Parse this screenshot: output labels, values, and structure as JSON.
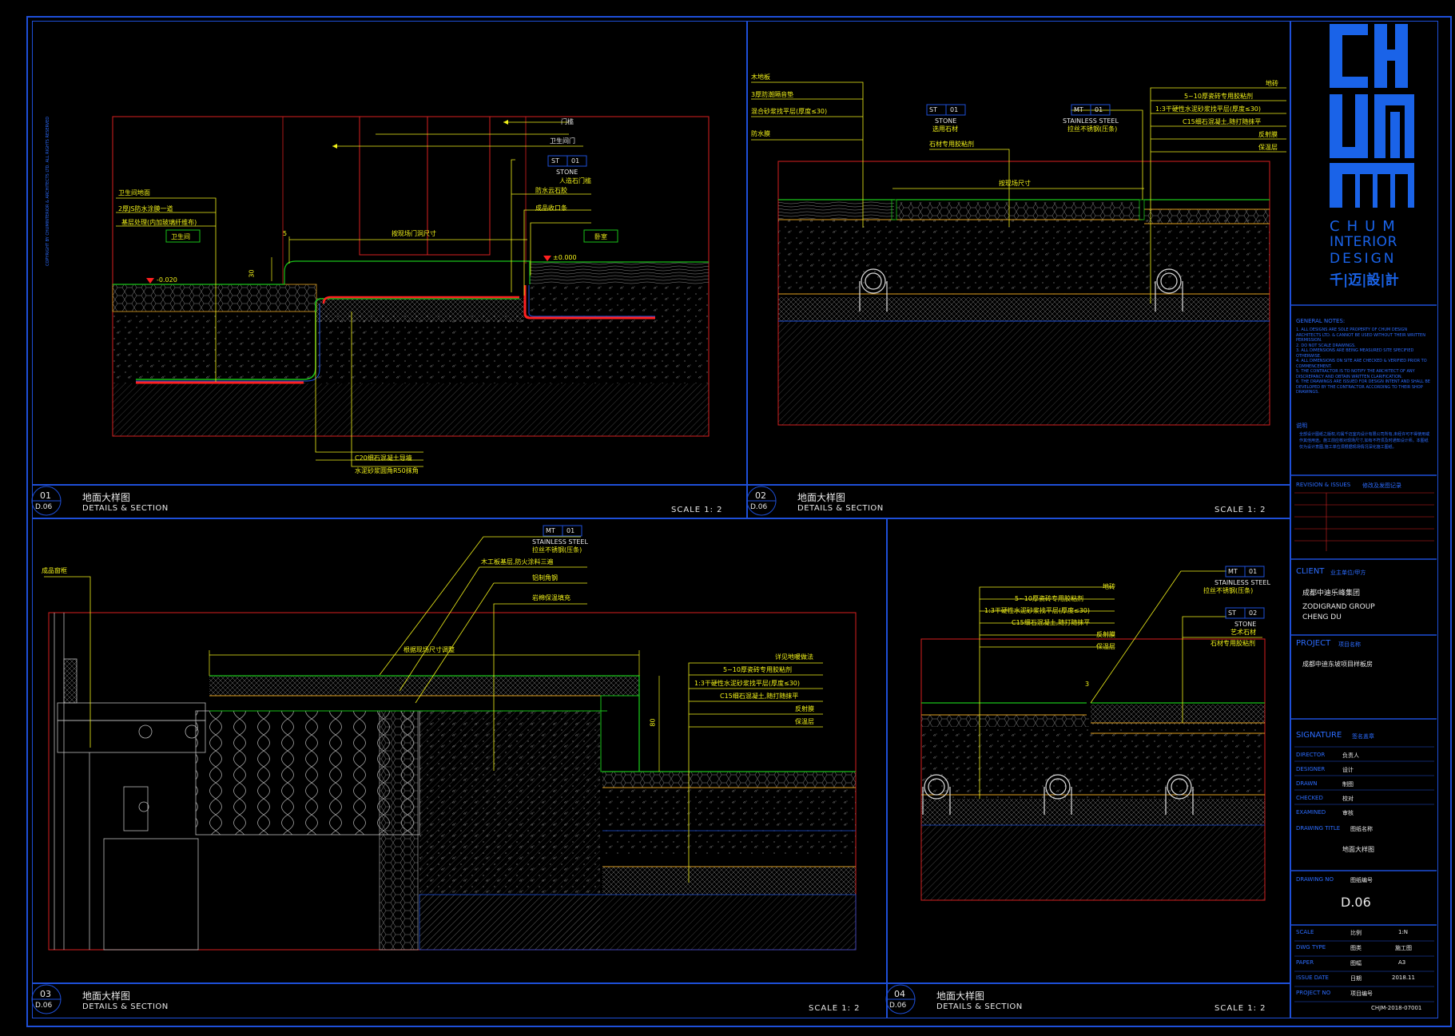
{
  "copyright_vertical": "COPYRIGHT BY CHUMINTERIOR & ARCHITECTS LTD. ALL RIGHTS RESERVED",
  "panels": [
    {
      "num": "01",
      "sheet": "D.06",
      "title_cn": "地面大样图",
      "title_en": "DETAILS & SECTION",
      "scale": "SCALE 1:  2"
    },
    {
      "num": "02",
      "sheet": "D.06",
      "title_cn": "地面大样图",
      "title_en": "DETAILS & SECTION",
      "scale": "SCALE 1:  2"
    },
    {
      "num": "03",
      "sheet": "D.06",
      "title_cn": "地面大样图",
      "title_en": "DETAILS & SECTION",
      "scale": "SCALE 1:  2"
    },
    {
      "num": "04",
      "sheet": "D.06",
      "title_cn": "地面大样图",
      "title_en": "DETAILS & SECTION",
      "scale": "SCALE 1:  2"
    }
  ],
  "p1": {
    "door_sill": "门槛",
    "bathroom_door": "卫生间门",
    "tag_code": "ST",
    "tag_num": "01",
    "stone": "STONE",
    "stone_sub": "人造石门槛",
    "waterproof_glue": "防水云石胶",
    "fill_mortar": "成品收口条",
    "layer1": "卫生间地面",
    "layer2": "2厚JS防水涂膜一道",
    "layer3": "基层处理(内加玻璃纤维布)",
    "room_left": "卫生间",
    "room_right": "卧室",
    "dim_width": "按现场门洞尺寸",
    "dim_5": "5",
    "dim_30": "30",
    "level_left": "-0.020",
    "level_right": "±0.000",
    "bottom1": "C20细石混凝土导墙",
    "bottom2": "水泥砂浆圆角R50抹角"
  },
  "p2": {
    "l_wood": "木地板",
    "l_pad": "3厚防潮隔音垫",
    "l_mortar": "混合砂浆找平层(厚度≤30)",
    "l_waterproof": "防水膜",
    "tag1_code": "ST",
    "tag1_num": "01",
    "stone": "STONE",
    "stone_sub": "选用石材",
    "stone_glue": "石材专用胶粘剂",
    "tag2_code": "MT",
    "tag2_num": "01",
    "steel": "STAINLESS STEEL",
    "steel_sub": "拉丝不锈钢(压条)",
    "r_title": "地砖",
    "r1": "5~10厚瓷砖专用胶粘剂",
    "r2": "1:3干硬性水泥砂浆找平层(厚度≤30)",
    "r3": "C15细石混凝土,随打随抹平",
    "r4": "反射膜",
    "r5": "保温层",
    "dim": "按现场尺寸"
  },
  "p3": {
    "left_label": "成品窗框",
    "tag_code": "MT",
    "tag_num": "01",
    "steel": "STAINLESS STEEL",
    "steel_sub": "拉丝不锈钢(压条)",
    "l1": "木工板基层,防火涂料三遍",
    "l2": "铝制角钢",
    "l3": "岩棉保温填充",
    "dim": "根据现场尺寸调整",
    "r_title": "详见地暖做法",
    "r1": "5~10厚瓷砖专用胶粘剂",
    "r2": "1:3干硬性水泥砂浆找平层(厚度≤30)",
    "r3": "C15细石混凝土,随打随抹平",
    "r4": "反射膜",
    "r5": "保温层",
    "dim_80": "80"
  },
  "p4": {
    "title": "地砖",
    "r1": "5~10厚瓷砖专用胶粘剂",
    "r2": "1:3干硬性水泥砂浆找平层(厚度≤30)",
    "r3": "C15细石混凝土,随打随抹平",
    "r4": "反射膜",
    "r5": "保温层",
    "tag1_code": "MT",
    "tag1_num": "01",
    "steel": "STAINLESS STEEL",
    "steel_sub": "拉丝不锈钢(压条)",
    "tag2_code": "ST",
    "tag2_num": "02",
    "stone": "STONE",
    "stone_sub": "艺术石材",
    "stone_glue": "石材专用胶粘剂",
    "dim_3": "3"
  },
  "brand": {
    "line1": "CHUM",
    "line2": "INTERIOR",
    "line3": "DESIGN",
    "cn": "千|迈|設|計"
  },
  "notes": {
    "heading": "GENERAL NOTES:",
    "items": [
      "1. ALL DESIGNS ARE SOLE PROPERTY OF CHUM DESIGN ARCHITECTS LTD. & CANNOT BE USED WITHOUT THEIR WRITTEN PERMISSION.",
      "2. DO NOT SCALE DRAWINGS.",
      "3. ALL DIMENSIONS ARE BEING MEASURED SITE SPECIFIED OTHERWISE.",
      "4. ALL DIMENSIONS ON SITE ARE CHECKED & VERIFIED PRIOR TO COMMENCEMENT.",
      "5. THE CONTRACTOR IS TO NOTIFY THE ARCHITECT OF ANY DISCREPANCY AND OBTAIN WRITTEN CLARIFICATION.",
      "6. THE DRAWINGS ARE ISSUED FOR DESIGN INTENT AND SHALL BE DEVELOPED BY THE CONTRACTOR ACCORDING TO THEIR SHOP DRAWINGS."
    ],
    "cn_heading": "说明",
    "cn_text": "全部设计图纸之版权,均属千迈室内设计有限公司所有,未经许可不得使用或作其他用途。施工前应核对现场尺寸,如有不符须及时通知设计师。本图纸仅为设计意图,施工单位须根据现场情况深化施工图纸。"
  },
  "titleblock": {
    "revision_label": "REVISION & ISSUES",
    "revision_cn": "修改及发图记录",
    "client_label": "CLIENT",
    "client_cn": "业主单位/甲方",
    "client_1": "成都中迪乐峰集团",
    "client_2": "ZODIGRAND GROUP",
    "client_3": "CHENG DU",
    "project_label": "PROJECT",
    "project_cn": "项目名称",
    "project_1": "成都中迪东坡项目样板房",
    "signature_label": "SIGNATURE",
    "signature_cn": "签名盖章",
    "rows": [
      {
        "label": "DIRECTOR",
        "cn": "负责人"
      },
      {
        "label": "DESIGNER",
        "cn": "设计"
      },
      {
        "label": "DRAWN",
        "cn": "制图"
      },
      {
        "label": "CHECKED",
        "cn": "校对"
      },
      {
        "label": "EXAMINED",
        "cn": "审核"
      }
    ],
    "drawing_title_label": "DRAWING TITLE",
    "drawing_title_cn": "图纸名称",
    "drawing_title": "地面大样图",
    "drawing_no_label": "DRAWING NO",
    "drawing_no_cn": "图纸编号",
    "drawing_no": "D.06",
    "info": [
      {
        "label": "SCALE",
        "cn": "比例",
        "val": "1:N"
      },
      {
        "label": "DWG TYPE",
        "cn": "图类",
        "val": "施工图"
      },
      {
        "label": "PAPER",
        "cn": "图幅",
        "val": "A3"
      },
      {
        "label": "ISSUE DATE",
        "cn": "日期",
        "val": "2018.11"
      },
      {
        "label": "PROJECT NO",
        "cn": "项目编号",
        "val": "CHJM-2018-07001"
      }
    ]
  },
  "colors": {
    "frame": "#1e4fd8",
    "leader": "#f2f21a",
    "outline": "#d82020",
    "green": "#19c219",
    "orange": "#e0a020",
    "brand": "#1a63e8"
  }
}
